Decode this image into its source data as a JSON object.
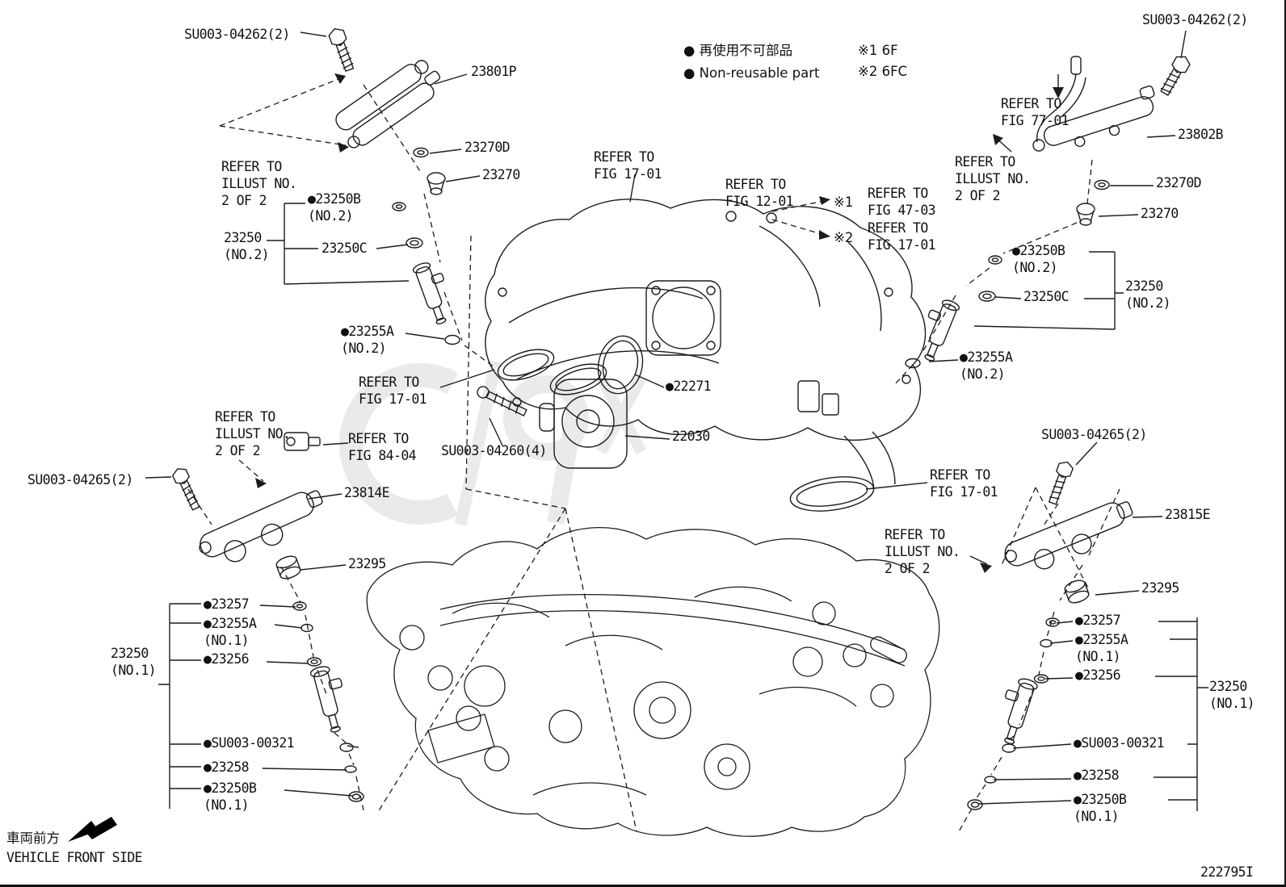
{
  "meta": {
    "diagram_id": "222795I"
  },
  "legend": {
    "row1": "● 再使用不可部品",
    "row2": "● Non-reusable part",
    "note1": "※1 6F",
    "note2": "※2 6FC"
  },
  "footer": {
    "front_jp": "車両前方",
    "front_en": "VEHICLE FRONT SIDE"
  },
  "labels": {
    "su003_04262_left": "SU003-04262(2)",
    "p23801p": "23801P",
    "p23270d_left": "23270D",
    "p23270_left": "23270",
    "refer_illust_top_left": "REFER TO\nILLUST NO.\n2 OF 2",
    "p23250b_no2_left": "●23250B\n (NO.2)",
    "p23250_no2_left": "23250\n(NO.2)",
    "p23250c_left": "23250C",
    "p23255a_no2_left": "●23255A\n (NO.2)",
    "refer_fig_17_01_left": "REFER TO\nFIG 17-01",
    "refer_illust_mid_left": "REFER TO\nILLUST NO.\n2 OF 2",
    "refer_fig_84_04": "REFER TO\nFIG 84-04",
    "su003_04260": "SU003-04260(4)",
    "su003_04265_left": "SU003-04265(2)",
    "p23814e": "23814E",
    "p23295_left": "23295",
    "p23257_left": "●23257",
    "p23255a_no1_left": "●23255A\n (NO.1)",
    "p23256_left": "●23256",
    "p23250_no1_left": "23250\n(NO.1)",
    "su003_00321_left": "●SU003-00321",
    "p23258_left": "●23258",
    "p23250b_no1_left": "●23250B\n (NO.1)",
    "refer_fig_17_01_top": "REFER TO\nFIG 17-01",
    "refer_fig_12_01": "REFER TO\nFIG 12-01",
    "note1_mark": "※1",
    "refer_fig_47_03": "REFER TO\nFIG 47-03",
    "note2_mark": "※2",
    "refer_fig_17_01_note2": "REFER TO\nFIG 17-01",
    "p22271": "●22271",
    "p22030": "22030",
    "refer_fig_17_01_bottom": "REFER TO\nFIG 17-01",
    "su003_04262_right": "SU003-04262(2)",
    "refer_fig_77_01": "REFER TO\nFIG 77-01",
    "p23802b": "23802B",
    "refer_illust_top_right": "REFER TO\nILLUST NO.\n2 OF 2",
    "p23270d_right": "23270D",
    "p23270_right": "23270",
    "p23250b_no2_right": "●23250B\n (NO.2)",
    "p23250c_right": "23250C",
    "p23250_no2_right": "23250\n(NO.2)",
    "p23255a_no2_right": "●23255A\n (NO.2)",
    "su003_04265_right": "SU003-04265(2)",
    "p23815e": "23815E",
    "refer_illust_bottom_right": "REFER TO\nILLUST NO.\n2 OF 2",
    "p23295_right": "23295",
    "p23257_right": "●23257",
    "p23255a_no1_right": "●23255A\n (NO.1)",
    "p23256_right": "●23256",
    "p23250_no1_right": "23250\n(NO.1)",
    "su003_00321_right": "●SU003-00321",
    "p23258_right": "●23258",
    "p23250b_no1_right": "●23250B\n (NO.1)"
  }
}
